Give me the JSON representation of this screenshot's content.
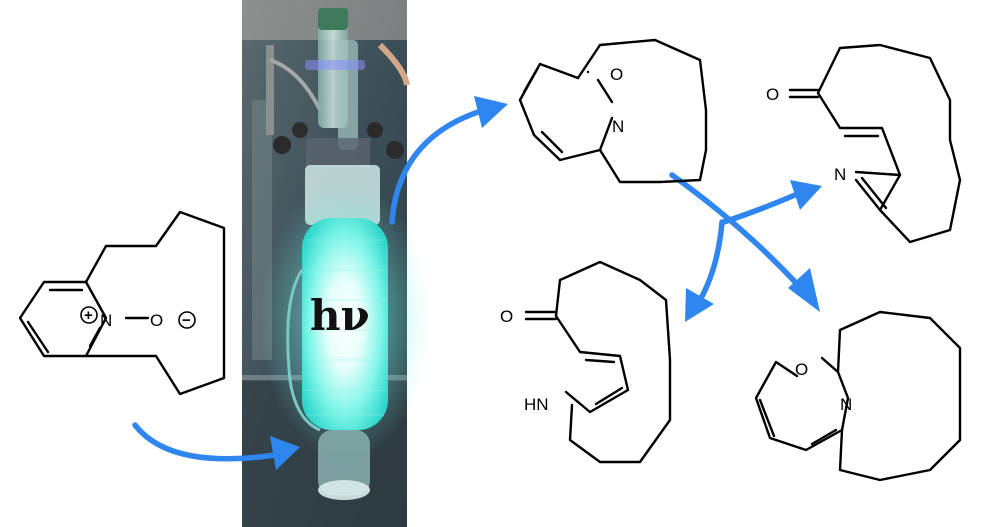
{
  "labels": {
    "N": "N",
    "O": "O",
    "HN": "HN",
    "plus": "+",
    "minus": "−",
    "hv": "hν"
  },
  "colors": {
    "arrow": "#2f86ee",
    "glow": "#45f2e4",
    "photo_background": "#3c4e57",
    "bond": "#000000"
  }
}
